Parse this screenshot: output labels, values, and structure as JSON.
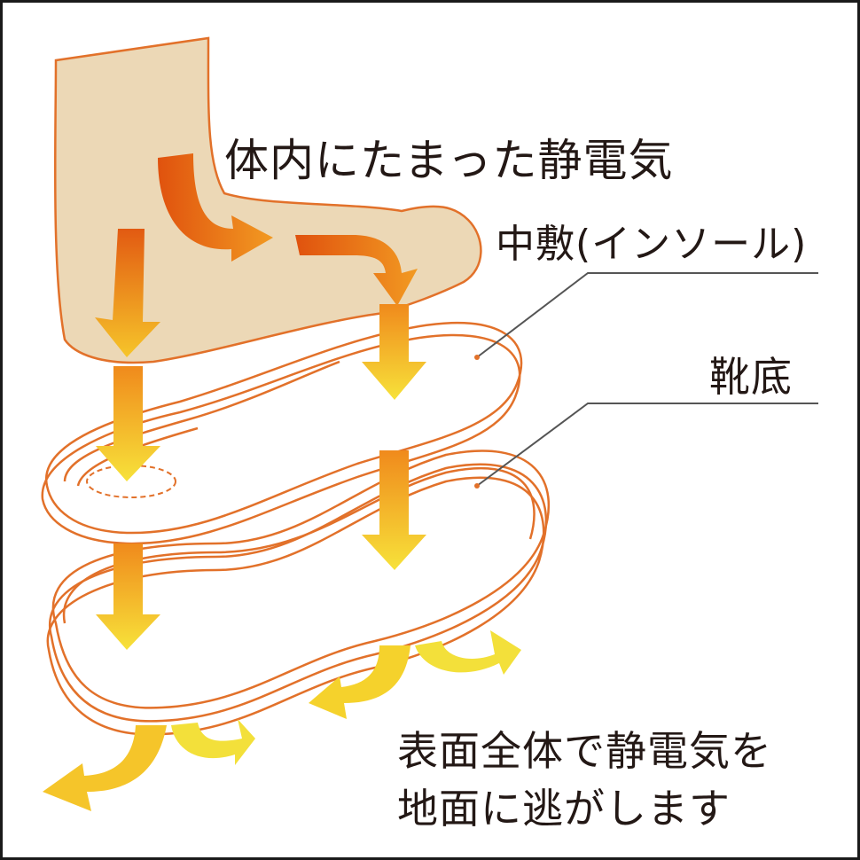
{
  "labels": {
    "static_in_body": "体内にたまった静電気",
    "insole": "中敷(インソール)",
    "sole": "靴底",
    "caption_line1": "表面全体で静電気を",
    "caption_line2": "地面に逃がします"
  },
  "colors": {
    "foot_fill": "#ecd8b6",
    "outline": "#e2712a",
    "arrow_top": "#e25a12",
    "arrow_bottom": "#f7e23a",
    "leader": "#555555"
  }
}
